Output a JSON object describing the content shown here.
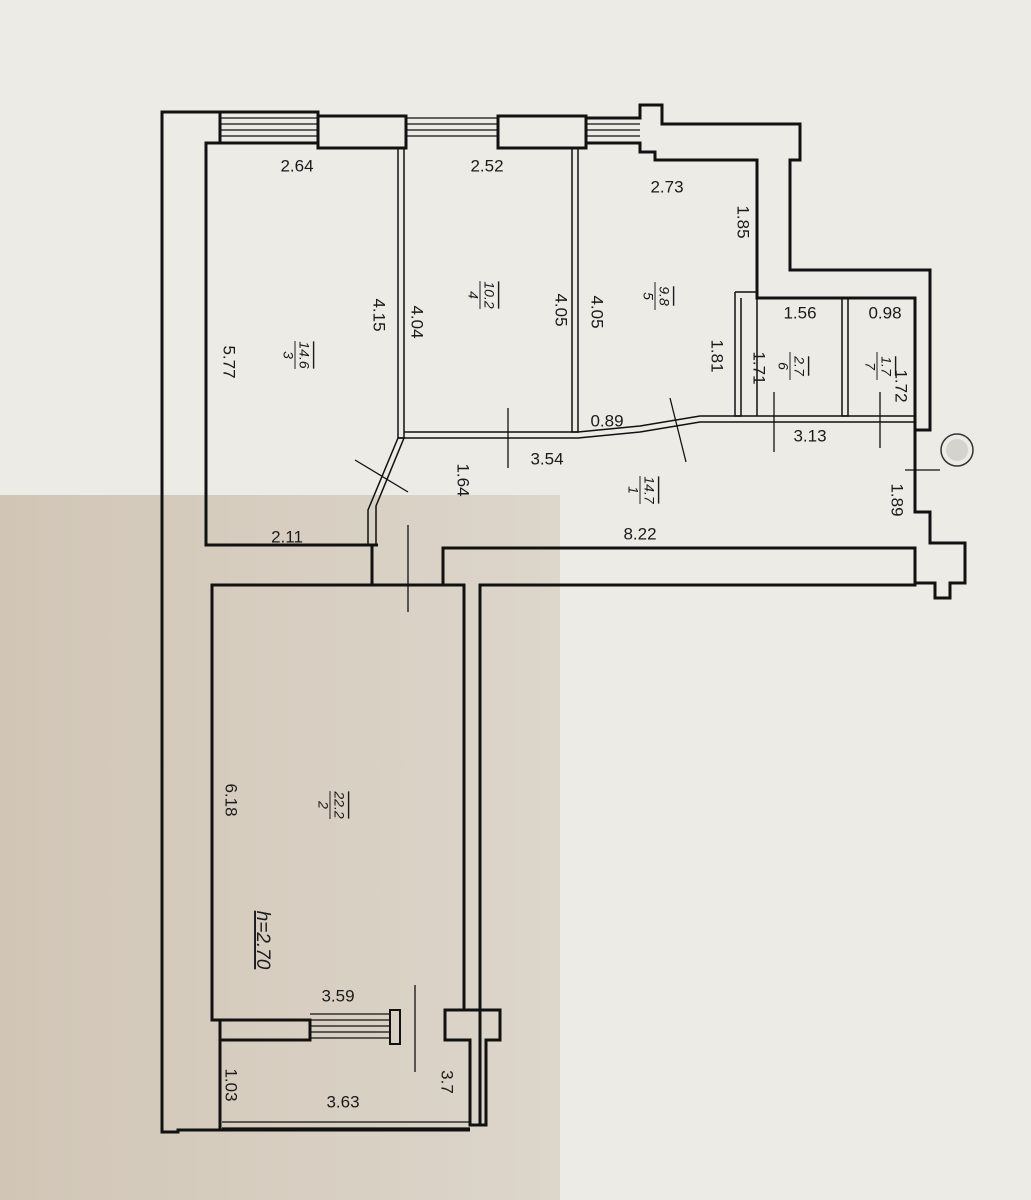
{
  "plan": {
    "ceiling_height": "h=2.70",
    "rooms": [
      {
        "number": "1",
        "area": "14.7"
      },
      {
        "number": "2",
        "area": "22.2"
      },
      {
        "number": "3",
        "area": "14.6"
      },
      {
        "number": "4",
        "area": "10.2"
      },
      {
        "number": "5",
        "area": "9.8"
      },
      {
        "number": "6",
        "area": "2.7"
      },
      {
        "number": "7",
        "area": "1.7"
      }
    ],
    "dimensions": {
      "room3_top": "2.64",
      "room4_top": "2.52",
      "room5_top": "2.73",
      "room5_side": "1.85",
      "room3_left": "5.77",
      "room3_right": "4.15",
      "room4_left": "4.04",
      "room4_right": "4.05",
      "room5_left": "4.05",
      "bath_height": "1.81",
      "bath1_width": "1.56",
      "bath2_width": "0.98",
      "bath1_depth": "1.71",
      "bath2_depth": "1.72",
      "hall_corridor": "0.89",
      "hall_width": "3.54",
      "hall_right": "3.13",
      "hall_depth": "1.64",
      "hall_entry": "1.89",
      "hall_length": "8.22",
      "room3_bottom": "2.11",
      "room2_left": "6.18",
      "room2_bottom": "3.59",
      "balcony_width": "3.63",
      "balcony_depth": "1.03",
      "balcony_side": "3.7"
    }
  }
}
